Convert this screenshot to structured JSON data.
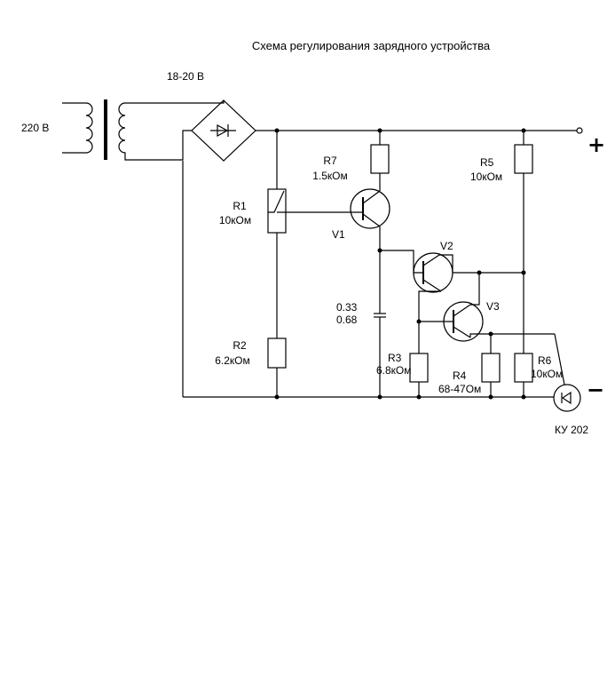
{
  "title": "Схема регулирования зарядного устройства",
  "labels": {
    "mains": "220 В",
    "secondary": "18-20 В",
    "plus": "+",
    "minus": "−",
    "r1_name": "R1",
    "r1_value": "10кОм",
    "r2_name": "R2",
    "r2_value": "6.2кОм",
    "r7_name": "R7",
    "r7_value": "1.5кОм",
    "v1": "V1",
    "v2": "V2",
    "v3": "V3",
    "cap_1": "0.33",
    "cap_2": "0.68",
    "r3_name": "R3",
    "r3_value": "6.8кОм",
    "r4_name": "R4",
    "r4_value": "68-47Ом",
    "r5_name": "R5",
    "r5_value": "10кОм",
    "r6_name": "R6",
    "r6_value": "10кОм",
    "thyristor": "КУ 202"
  }
}
